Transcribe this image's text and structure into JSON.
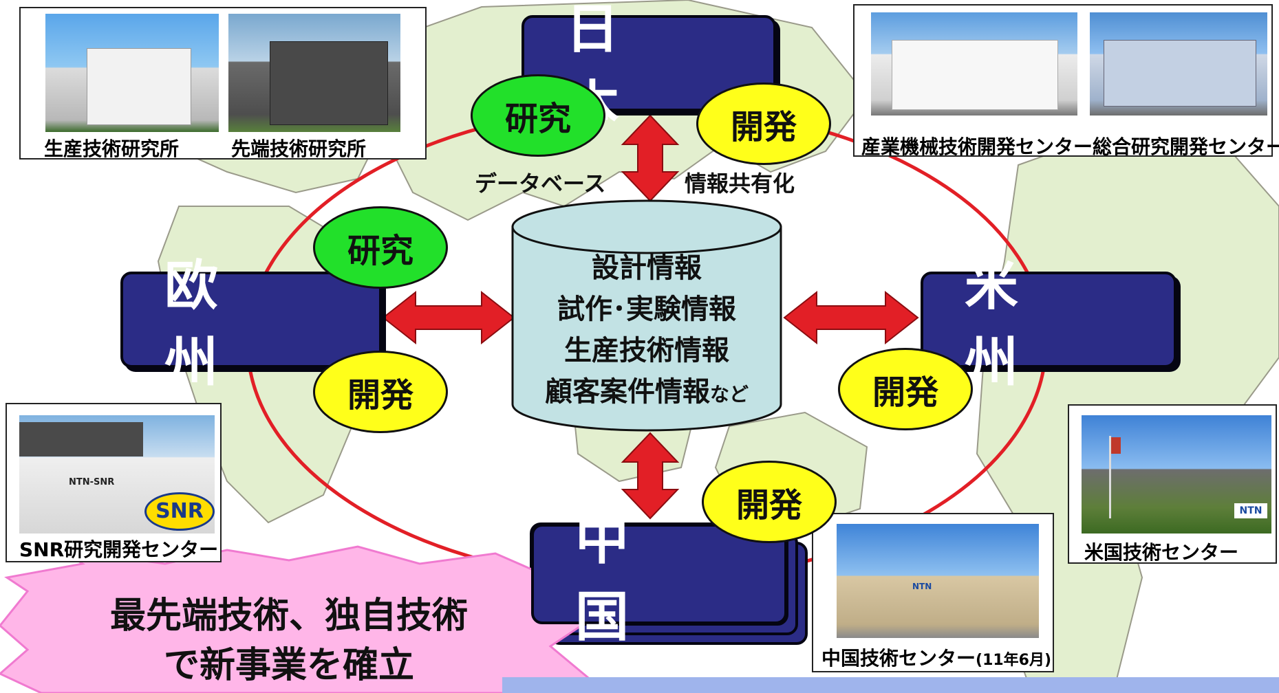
{
  "regions": {
    "japan": "日 本",
    "europe": "欧 州",
    "america": "米 州",
    "china": "中 国"
  },
  "badges": {
    "research": "研究",
    "development": "開発"
  },
  "arrow_labels": {
    "database": "データベース",
    "info_sharing": "情報共有化"
  },
  "database": {
    "line1": "設計情報",
    "line2": "試作･実験情報",
    "line3": "生産技術情報",
    "line4_main": "顧客案件情報",
    "line4_suffix": "など"
  },
  "photos": {
    "japan_left": [
      {
        "caption": "生産技術研究所"
      },
      {
        "caption": "先端技術研究所"
      }
    ],
    "japan_right": [
      {
        "caption": "産業機械技術開発センター"
      },
      {
        "caption": "総合研究開発センター"
      }
    ],
    "europe": {
      "caption": "SNR研究開発センター",
      "logo": "SNR",
      "sign": "NTN-SNR"
    },
    "america": {
      "caption": "米国技術センター",
      "sign": "NTN"
    },
    "china": {
      "caption": "中国技術センター",
      "caption_suffix": "(11年6月)",
      "sign": "NTN"
    }
  },
  "burst": {
    "line1": "最先端技術、独自技術",
    "line2": "で新事業を確立"
  },
  "colors": {
    "region_fill": "#2b2c86",
    "research_fill": "#22e02a",
    "development_fill": "#ffff1a",
    "ring": "#e21f26",
    "arrow": "#e21f26",
    "database_fill": "#c2e2e4",
    "map_land": "#e3efcf",
    "burst_fill": "#ffb6e8"
  }
}
